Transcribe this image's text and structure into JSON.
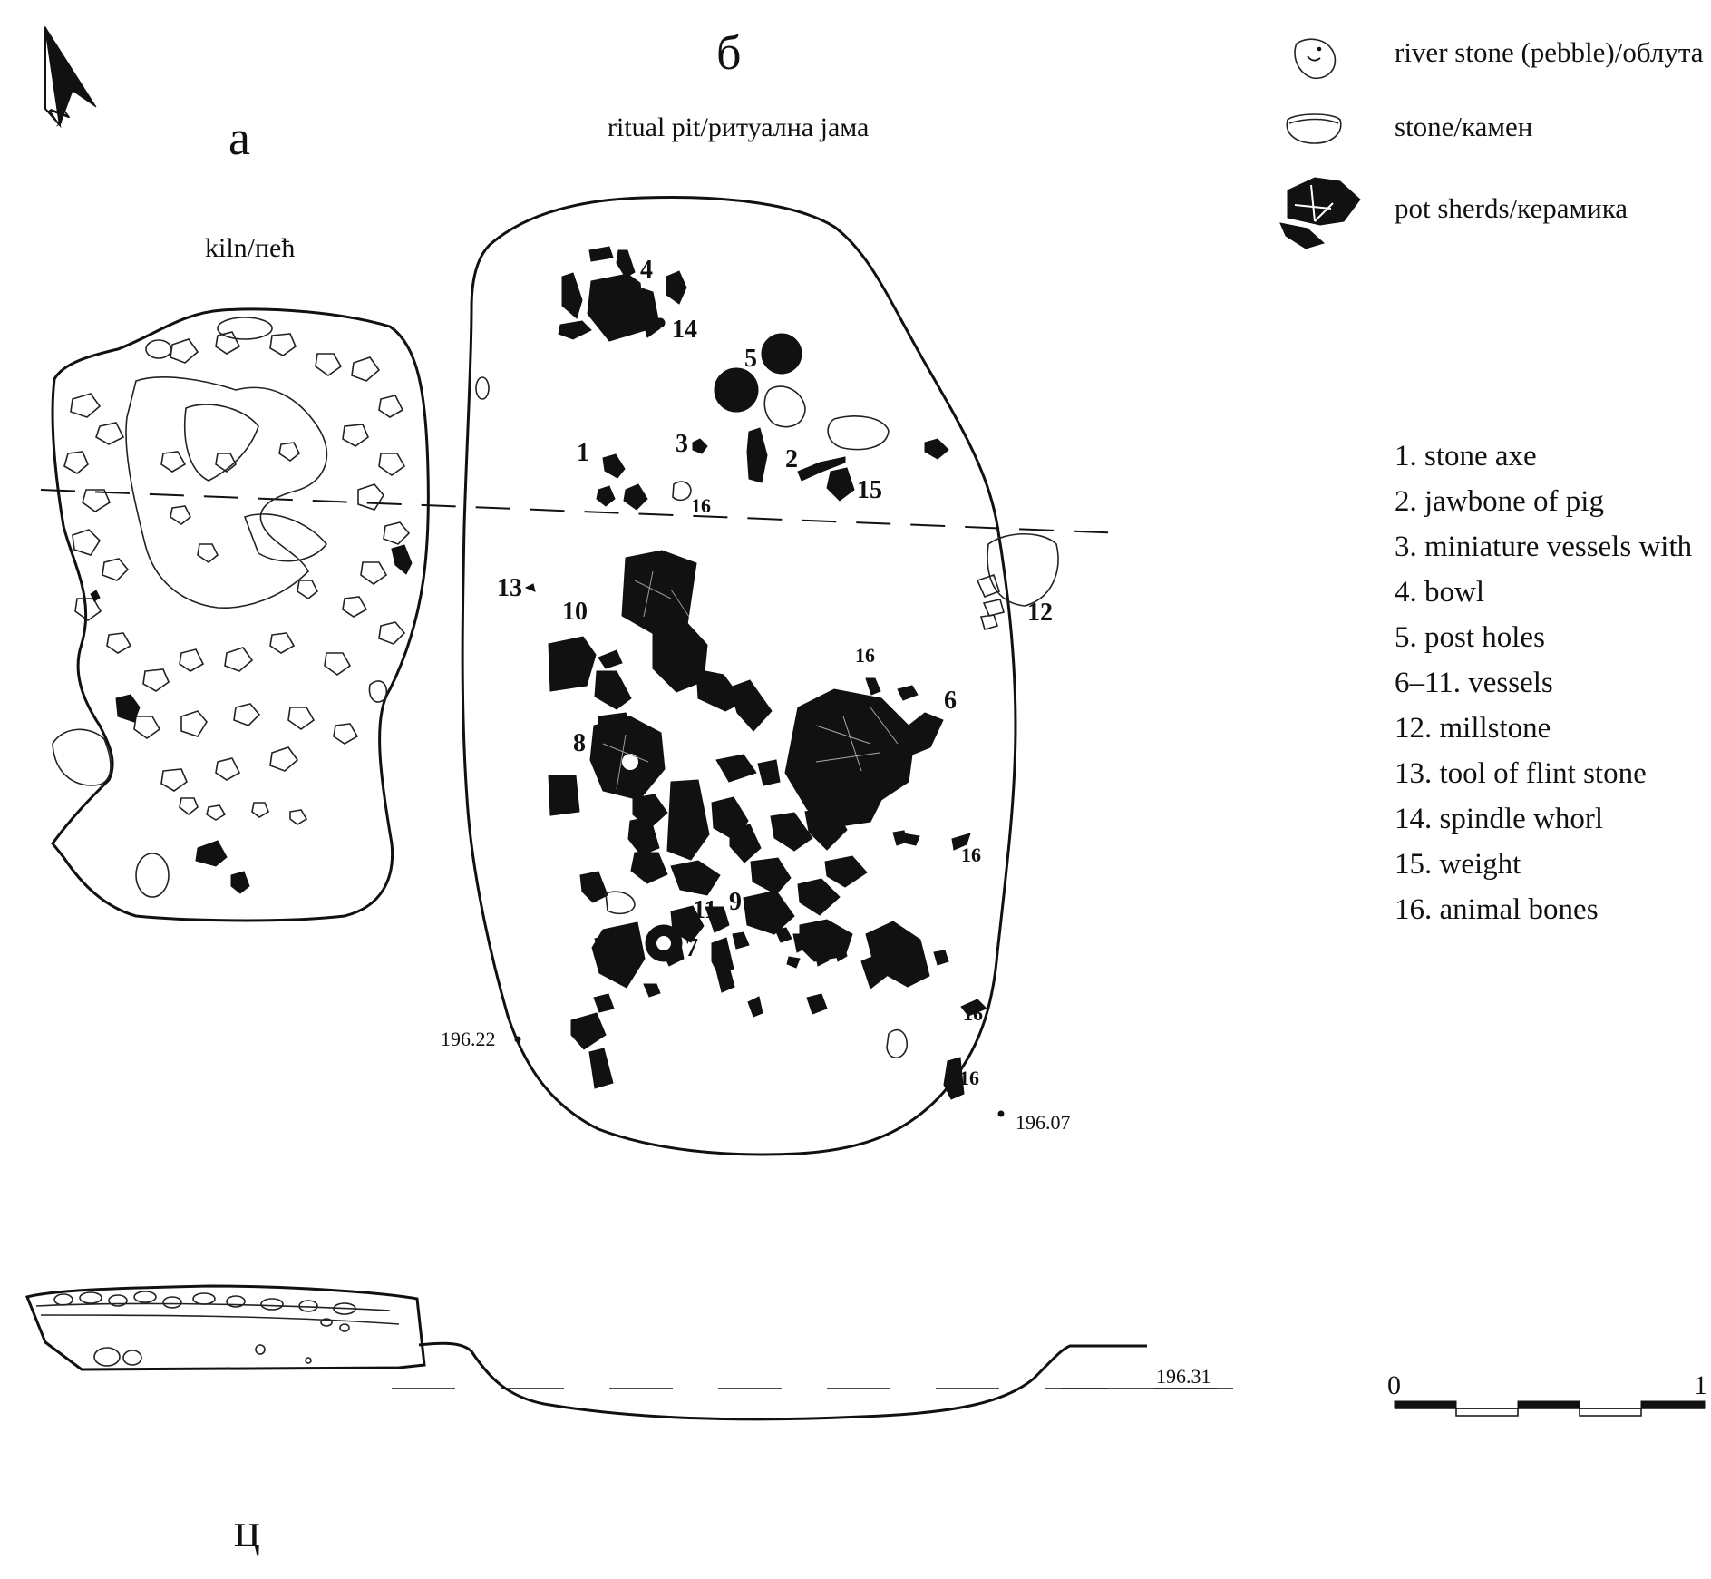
{
  "labels": {
    "north": "N",
    "a": "а",
    "b": "б",
    "c": "ц",
    "kiln": "kiln/пећ",
    "ritual_pit": "ritual pit/ритуална јама"
  },
  "legend": [
    {
      "icon": "pebble-icon",
      "text": "river stone (pebble)/облута"
    },
    {
      "icon": "stone-icon",
      "text": "stone/камен"
    },
    {
      "icon": "pot-sherds-icon",
      "text": "pot sherds/керамика"
    }
  ],
  "key": [
    "1. stone axe",
    "2. jawbone of pig",
    "3. miniature vessels with",
    "4. bowl",
    "5. post holes",
    "6–11. vessels",
    "12. millstone",
    "13. tool of flint stone",
    "14. spindle whorl",
    "15. weight",
    "16. animal bones"
  ],
  "find_numbers": {
    "n1": "1",
    "n2": "2",
    "n3": "3",
    "n4": "4",
    "n5": "5",
    "n6": "6",
    "n7": "7",
    "n8": "8",
    "n9": "9",
    "n10": "10",
    "n11": "11",
    "n12": "12",
    "n13": "13",
    "n14": "14",
    "n15": "15",
    "n16": "16"
  },
  "elevations": {
    "e1": "196.22",
    "e2": "196.07",
    "e3": "196.31"
  },
  "scale": {
    "start": "0",
    "end": "1"
  }
}
